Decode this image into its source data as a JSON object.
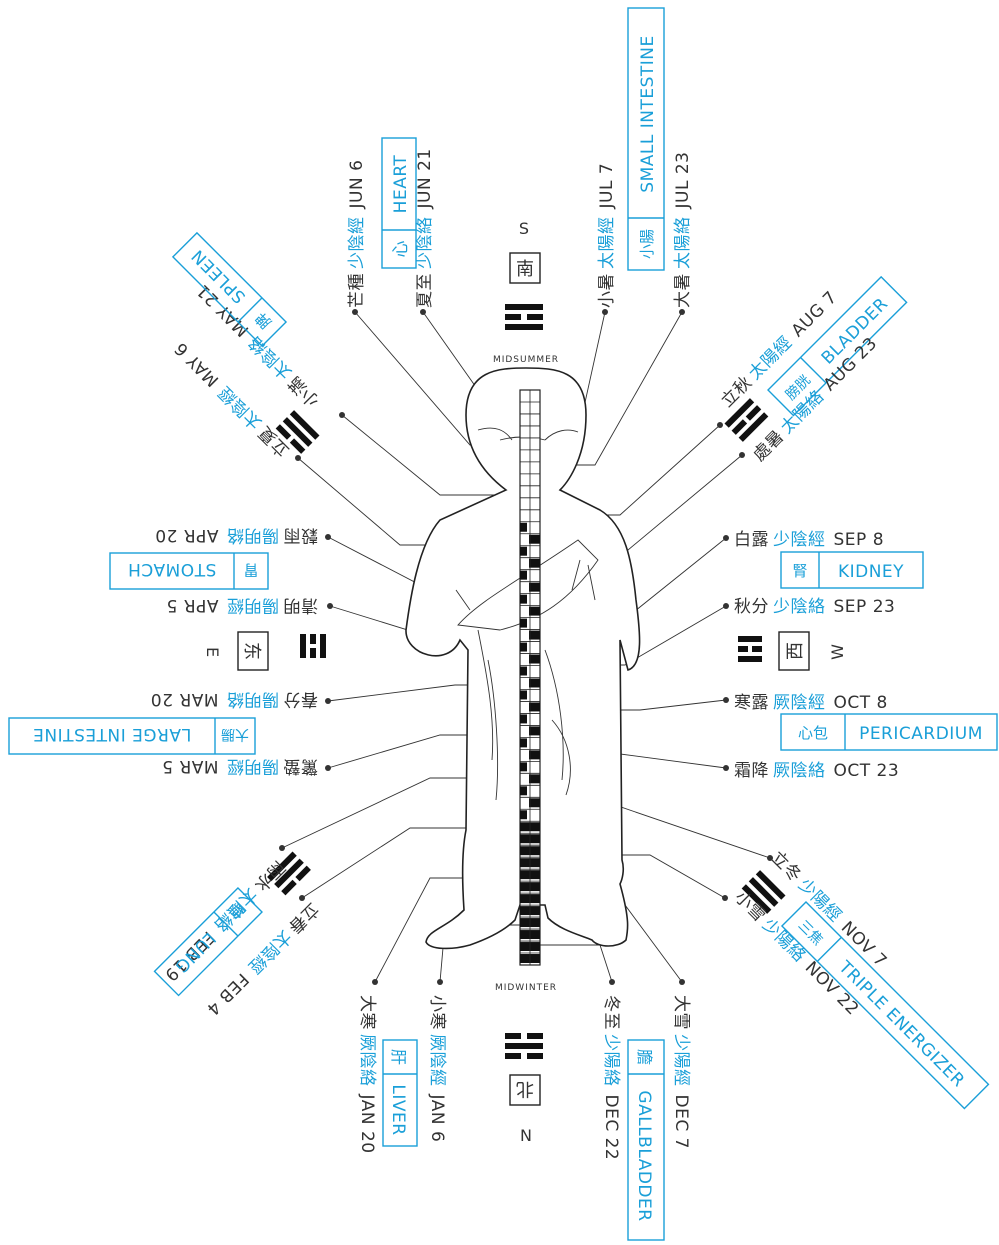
{
  "markers": {
    "midsummer": "MIDSUMMER",
    "midwinter": "MIDWINTER"
  },
  "directions": {
    "south": {
      "letter": "S",
      "char": "南"
    },
    "north": {
      "letter": "N",
      "char": "北"
    },
    "east": {
      "letter": "E",
      "char": "东"
    },
    "west": {
      "letter": "W",
      "char": "西"
    }
  },
  "organs": {
    "heart": {
      "char": "心",
      "name": "HEART"
    },
    "small_intestine": {
      "char": "小腸",
      "name": "SMALL INTESTINE"
    },
    "spleen": {
      "char": "脾",
      "name": "SPLEEN"
    },
    "bladder": {
      "char": "膀胱",
      "name": "BLADDER"
    },
    "stomach": {
      "char": "胃",
      "name": "STOMACH"
    },
    "kidney": {
      "char": "腎",
      "name": "KIDNEY"
    },
    "large_intestine": {
      "char": "大腸",
      "name": "LARGE INTESTINE"
    },
    "pericardium": {
      "char": "心包",
      "name": "PERICARDIUM"
    },
    "lung": {
      "char": "肺",
      "name": "LUNG"
    },
    "triple_energizer": {
      "char": "三焦",
      "name": "TRIPLE ENERGIZER"
    },
    "liver": {
      "char": "肝",
      "name": "LIVER"
    },
    "gallbladder": {
      "char": "膽",
      "name": "GALLBLADDER"
    }
  },
  "terms": {
    "jun6": {
      "term": "芒種",
      "meridian": "少陰經",
      "date": "JUN 6"
    },
    "jun21": {
      "term": "夏至",
      "meridian": "少陰絡",
      "date": "JUN 21"
    },
    "jul7": {
      "term": "小暑",
      "meridian": "太陽經",
      "date": "JUL 7"
    },
    "jul23": {
      "term": "大暑",
      "meridian": "太陽絡",
      "date": "JUL 23"
    },
    "may21": {
      "term": "小滿",
      "meridian": "太陰絡",
      "date": "MAY 21"
    },
    "may6": {
      "term": "立夏",
      "meridian": "太陰經",
      "date": "MAY 6"
    },
    "aug7": {
      "term": "立秋",
      "meridian": "太陽經",
      "date": "AUG 7"
    },
    "aug23": {
      "term": "處暑",
      "meridian": "太陽絡",
      "date": "AUG 23"
    },
    "apr20": {
      "term": "穀雨",
      "meridian": "陽明絡",
      "date": "APR 20"
    },
    "apr5": {
      "term": "清明",
      "meridian": "陽明經",
      "date": "APR 5"
    },
    "sep8": {
      "term": "白露",
      "meridian": "少陰經",
      "date": "SEP 8"
    },
    "sep23": {
      "term": "秋分",
      "meridian": "少陰絡",
      "date": "SEP 23"
    },
    "mar20": {
      "term": "春分",
      "meridian": "陽明絡",
      "date": "MAR 20"
    },
    "mar5": {
      "term": "驚蟄",
      "meridian": "陽明經",
      "date": "MAR 5"
    },
    "oct8": {
      "term": "寒露",
      "meridian": "厥陰經",
      "date": "OCT 8"
    },
    "oct23": {
      "term": "霜降",
      "meridian": "厥陰絡",
      "date": "OCT 23"
    },
    "feb19": {
      "term": "雨水",
      "meridian": "太陰絡",
      "date": "FEB 19"
    },
    "feb4": {
      "term": "立春",
      "meridian": "太陰經",
      "date": "FEB 4"
    },
    "nov7": {
      "term": "立冬",
      "meridian": "少陽經",
      "date": "NOV 7"
    },
    "nov22": {
      "term": "小雪",
      "meridian": "少陽絡",
      "date": "NOV 22"
    },
    "jan20": {
      "term": "大寒",
      "meridian": "厥陰絡",
      "date": "JAN 20"
    },
    "jan6": {
      "term": "小寒",
      "meridian": "厥陰經",
      "date": "JAN 6"
    },
    "dec22": {
      "term": "冬至",
      "meridian": "少陽絡",
      "date": "DEC 22"
    },
    "dec7": {
      "term": "大雪",
      "meridian": "少陽經",
      "date": "DEC 7"
    }
  },
  "colors": {
    "accent": "#1a9fd8",
    "ink": "#333333"
  }
}
